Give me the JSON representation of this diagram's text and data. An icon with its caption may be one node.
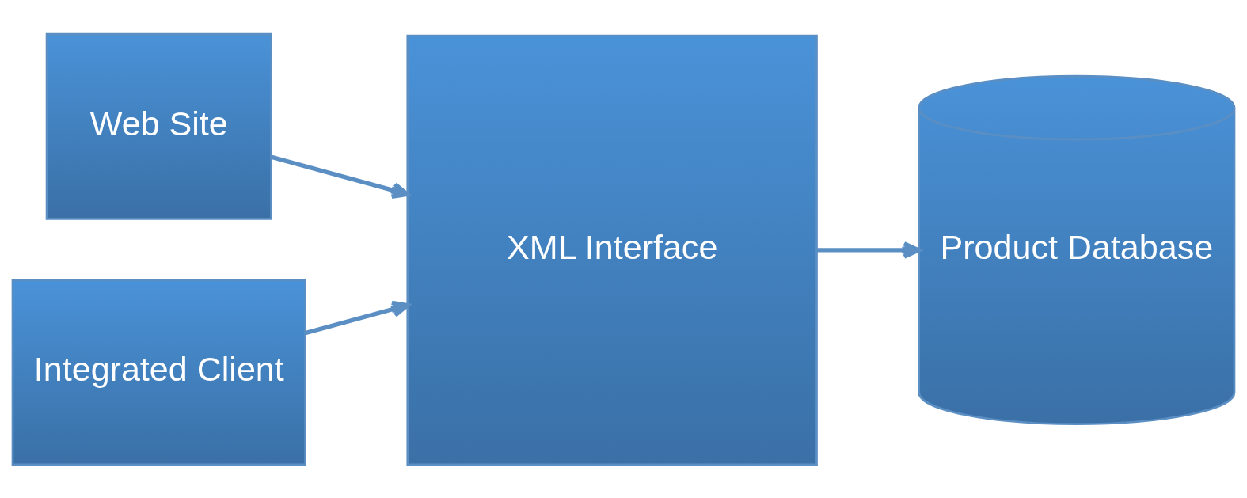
{
  "diagram": {
    "nodes": [
      {
        "text": [
          "Web Site"
        ]
      },
      {
        "text": [
          "Integrated Client"
        ]
      },
      {
        "text": [
          "XML Interface"
        ]
      },
      {
        "text": [
          "Product Database"
        ]
      }
    ],
    "edges": [
      {
        "from": 0,
        "to": 2,
        "arrow": "to"
      },
      {
        "from": 1,
        "to": 2,
        "arrow": "to"
      },
      {
        "from": 2,
        "to": 3,
        "arrow": "to"
      }
    ]
  }
}
